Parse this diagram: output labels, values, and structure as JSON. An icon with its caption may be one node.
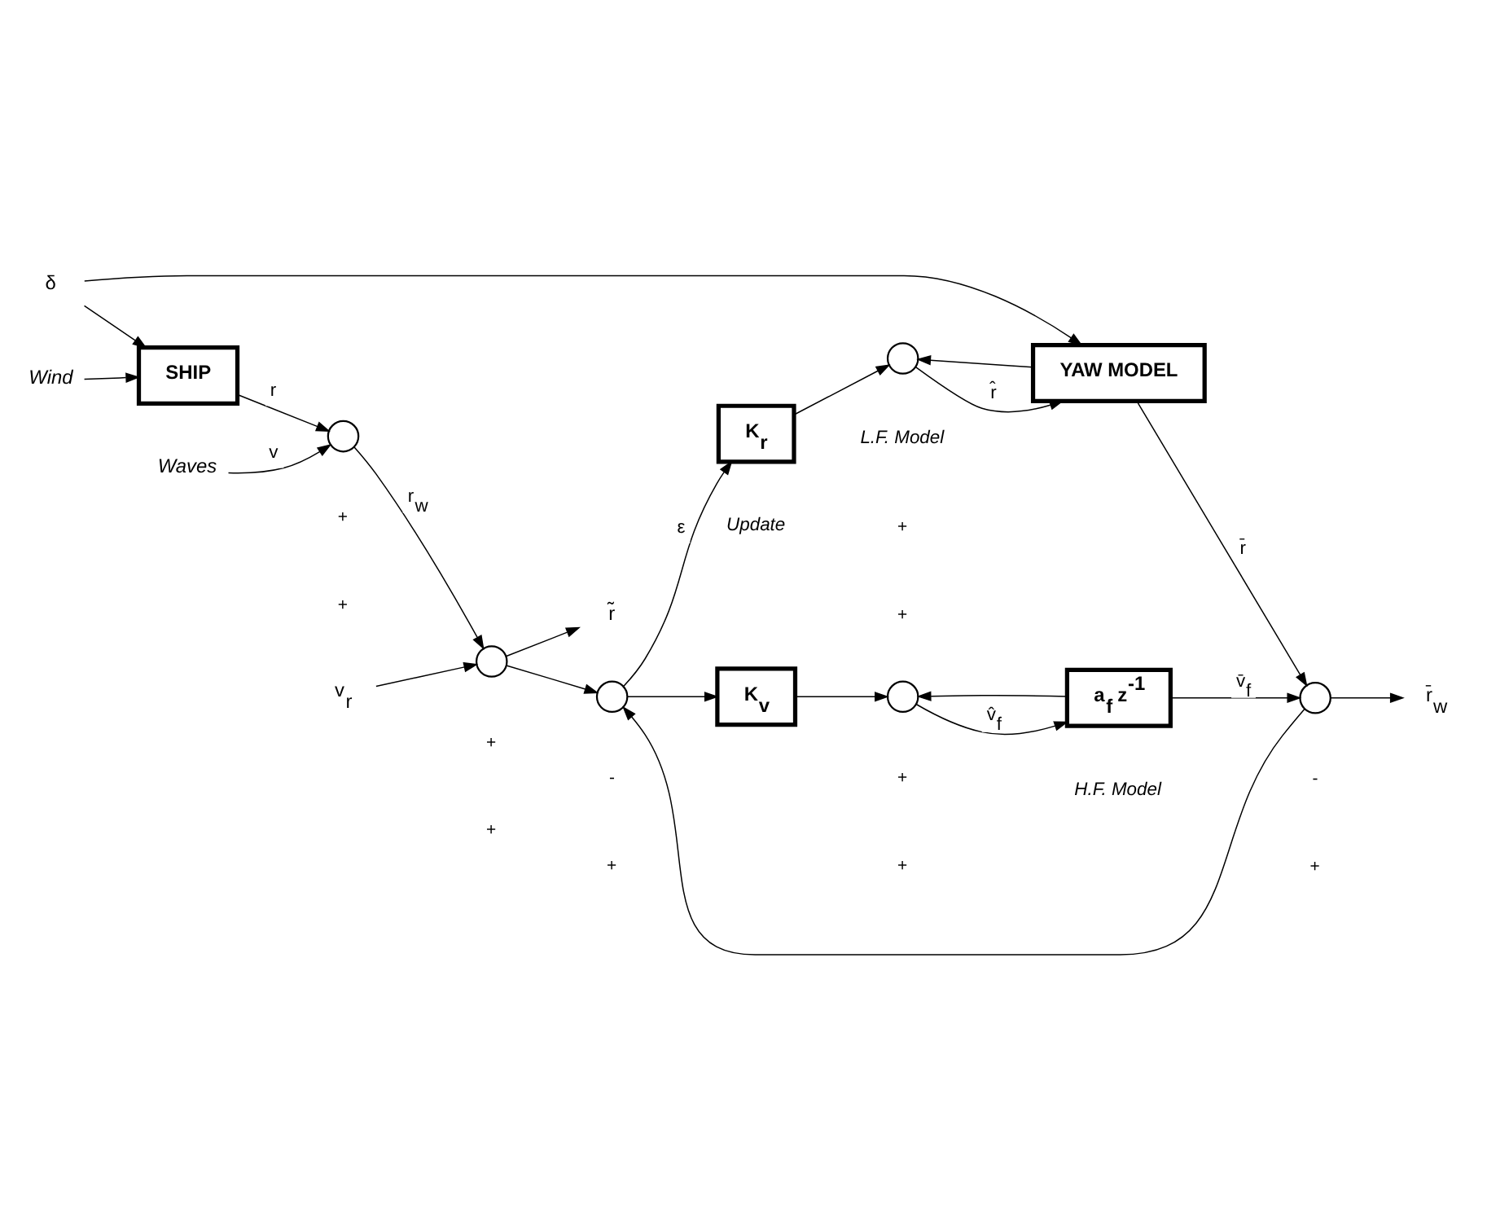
{
  "diagram": {
    "nodes": [
      {
        "text": [
          "δ"
        ]
      },
      {
        "text": [
          "Wind"
        ]
      },
      {
        "text": [
          "SHIP"
        ]
      },
      {
        "text": [
          "Waves"
        ]
      },
      {
        "text": [],
        "shape": "circle"
      },
      {
        "text": [
          "v$_{r}$"
        ]
      },
      {
        "text": [],
        "shape": "circle"
      },
      {
        "text": [
          "r̃"
        ]
      },
      {
        "text": [],
        "shape": "circle"
      },
      {
        "text": [
          "K$_{r}$"
        ]
      },
      {
        "text": [
          "K$_{v}$"
        ]
      },
      {
        "text": [],
        "shape": "circle"
      },
      {
        "text": [
          "a$_{f}$ z$^{-1}$"
        ]
      },
      {
        "text": [],
        "shape": "circle"
      },
      {
        "text": [
          "YAW MODEL"
        ]
      },
      {
        "text": [],
        "shape": "circle"
      },
      {
        "text": [
          "r̄$_{w}$"
        ]
      }
    ],
    "edges": [
      {
        "from": 0,
        "to": 2,
        "arrow": "to"
      },
      {
        "from": 0,
        "to": 14,
        "arrow": "to"
      },
      {
        "from": 1,
        "to": 2,
        "arrow": "to"
      },
      {
        "from": 2,
        "to": 4,
        "arrow": "to",
        "label": "r"
      },
      {
        "from": 3,
        "to": 4,
        "arrow": "to",
        "label": "v"
      },
      {
        "from": 4,
        "to": 6,
        "arrow": "to",
        "label": "r$_{w}$"
      },
      {
        "from": 5,
        "to": 6,
        "arrow": "to"
      },
      {
        "from": 6,
        "to": 7,
        "arrow": "to"
      },
      {
        "from": 6,
        "to": 8,
        "arrow": "to"
      },
      {
        "from": 8,
        "to": 9,
        "arrow": "to",
        "label": "ε"
      },
      {
        "from": 8,
        "to": 10,
        "arrow": "to"
      },
      {
        "from": 9,
        "to": 13,
        "arrow": "to"
      },
      {
        "from": 10,
        "to": 11,
        "arrow": "to"
      },
      {
        "from": 11,
        "to": 12,
        "arrow": "to",
        "label": "v̂$_{f}$"
      },
      {
        "from": 12,
        "to": 15,
        "arrow": "to",
        "label": "v̄$_{f}$"
      },
      {
        "from": 12,
        "to": 11,
        "arrow": "to"
      },
      {
        "from": 13,
        "to": 14,
        "arrow": "to",
        "label": "r̂"
      },
      {
        "from": 14,
        "to": 13,
        "arrow": "to"
      },
      {
        "from": 14,
        "to": 15,
        "arrow": "to",
        "label": "r̄"
      },
      {
        "from": 15,
        "to": 16,
        "arrow": "to"
      },
      {
        "from": 15,
        "to": 8,
        "arrow": "to"
      }
    ],
    "labels": [
      "+",
      "+",
      "+",
      "+",
      "+",
      "Update",
      "-",
      "+",
      "+",
      "L.F. Model",
      "H.F. Model",
      "+",
      "+",
      "-",
      "+"
    ]
  }
}
